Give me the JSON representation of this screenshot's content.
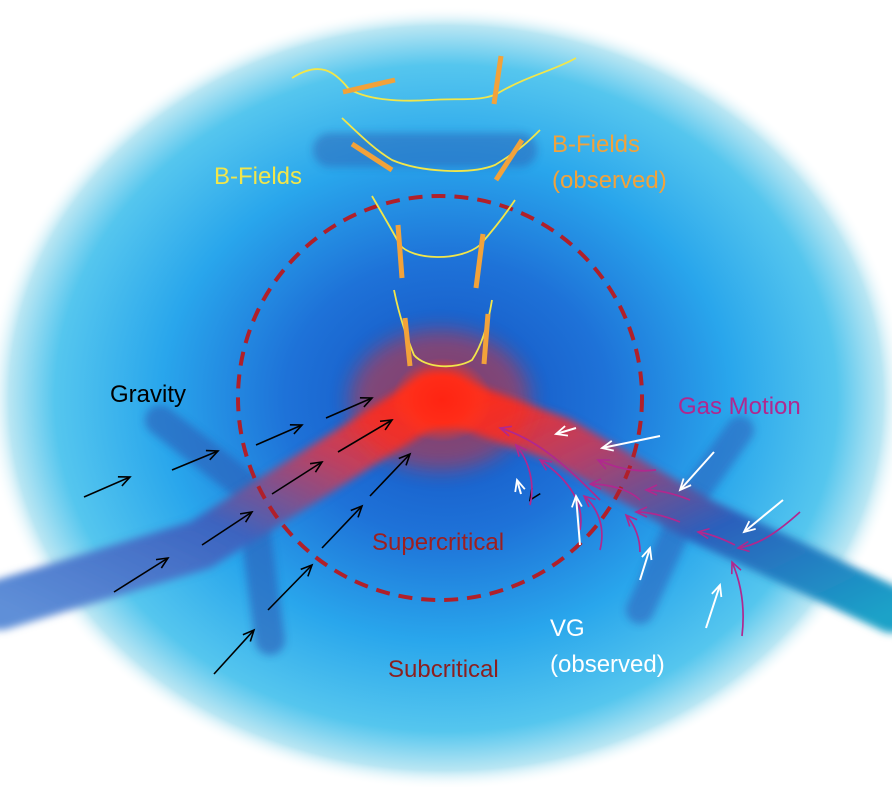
{
  "labels": {
    "b_fields": "B-Fields",
    "b_fields_observed_line1": "B-Fields",
    "b_fields_observed_line2": "(observed)",
    "gravity": "Gravity",
    "gas_motion": "Gas Motion",
    "supercritical": "Supercritical",
    "subcritical": "Subcritical",
    "vg_observed_line1": "VG",
    "vg_observed_line2": "(observed)"
  },
  "colors": {
    "b_fields": "#f2e64a",
    "b_fields_observed": "#f2a23a",
    "gravity": "#000000",
    "gas_motion": "#b0288f",
    "supercritical": "#9e1f1f",
    "subcritical": "#8c1f1f",
    "vg_observed": "#ffffff",
    "critical_boundary": "#b0202a",
    "core": "#ff2a1a",
    "cloud_outer": "#c8ecf5",
    "cloud_mid": "#3fb6ea",
    "cloud_inner": "#1a5fc8"
  }
}
